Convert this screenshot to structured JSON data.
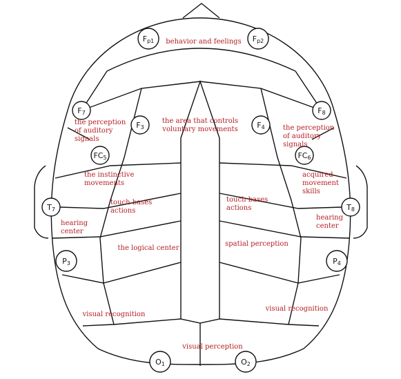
{
  "electrodes": {
    "fp1": {
      "main": "F",
      "sub": "p1"
    },
    "fp2": {
      "main": "F",
      "sub": "p2"
    },
    "f7": {
      "main": "F",
      "sub": "7"
    },
    "f8": {
      "main": "F",
      "sub": "8"
    },
    "f3": {
      "main": "F",
      "sub": "3"
    },
    "f4": {
      "main": "F",
      "sub": "4"
    },
    "fc5": {
      "main": "FC",
      "sub": "5"
    },
    "fc6": {
      "main": "FC",
      "sub": "6"
    },
    "t7": {
      "main": "T",
      "sub": "7"
    },
    "t8": {
      "main": "T",
      "sub": "8"
    },
    "p3": {
      "main": "P",
      "sub": "3"
    },
    "p4": {
      "main": "P",
      "sub": "4"
    },
    "o1": {
      "main": "O",
      "sub": "1"
    },
    "o2": {
      "main": "O",
      "sub": "2"
    }
  },
  "regions": {
    "behavior_feelings": [
      "behavior and feelings"
    ],
    "voluntary_movements": [
      "the area that controls",
      "voluntary movements"
    ],
    "auditory_left": [
      "the perception",
      "of auditory",
      "signals"
    ],
    "auditory_right": [
      "the perception",
      "of auditory",
      "signals"
    ],
    "instinctive_movements": [
      "the instinctive",
      "movements"
    ],
    "acquired_movement_skills": [
      "acquired",
      "movement",
      "skills"
    ],
    "touch_bases_left": [
      "touch bases",
      "actions"
    ],
    "touch_bases_right": [
      "touch bases",
      "actions"
    ],
    "hearing_left": [
      "hearing",
      "center"
    ],
    "hearing_right": [
      "hearing",
      "center"
    ],
    "logical_center": [
      "the logical center"
    ],
    "spatial_perception": [
      "spatial perception"
    ],
    "visual_recognition_left": [
      "visual recognition"
    ],
    "visual_recognition_right": [
      "visual recognition"
    ],
    "visual_perception": [
      "visual perception"
    ]
  },
  "colors": {
    "label_red": "#b41e23",
    "outline": "#111111"
  }
}
